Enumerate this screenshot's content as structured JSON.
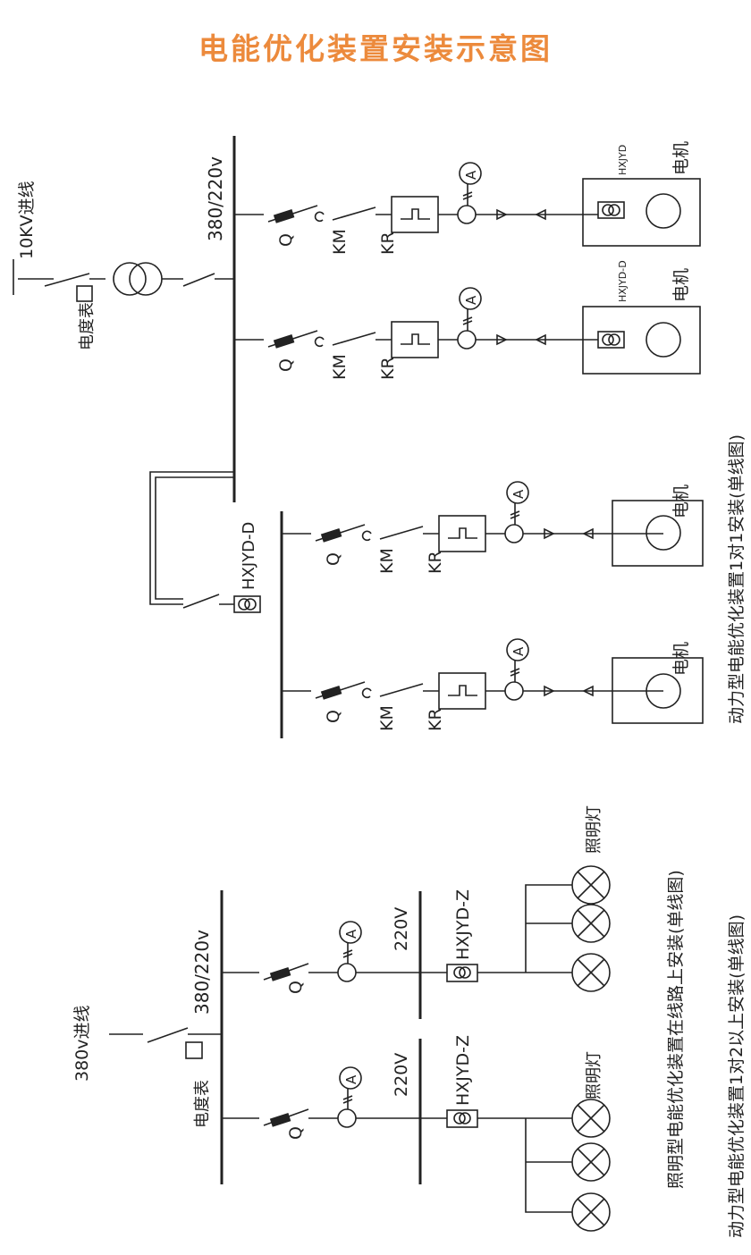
{
  "title": "电能优化装置安装示意图",
  "colors": {
    "title": "#ec8a3c",
    "line": "#222222"
  },
  "top_section": {
    "incoming": "10KV进线",
    "meter": "电度表",
    "bus": "380/220v",
    "caption_right": "动力型电能优化装置1对1安装(单线图)",
    "caption_left": "动力型电能优化装置1对2以上安装(单线图)",
    "device_1to1": "HXJYD",
    "device_1to1_b": "HXJYD-D",
    "device_1to2": "HXJYD-D",
    "breaker": "Q",
    "contactor": "KM",
    "relay": "KR",
    "ammeter": "A",
    "motor": "电机"
  },
  "bottom_section": {
    "incoming": "380v进线",
    "meter": "电度表",
    "bus": "380/220v",
    "sub_bus": "220V",
    "device": "HXJYD-Z",
    "breaker": "Q",
    "ammeter": "A",
    "lamp": "照明灯",
    "caption": "照明型电能优化装置在线路上安装(单线图)"
  }
}
